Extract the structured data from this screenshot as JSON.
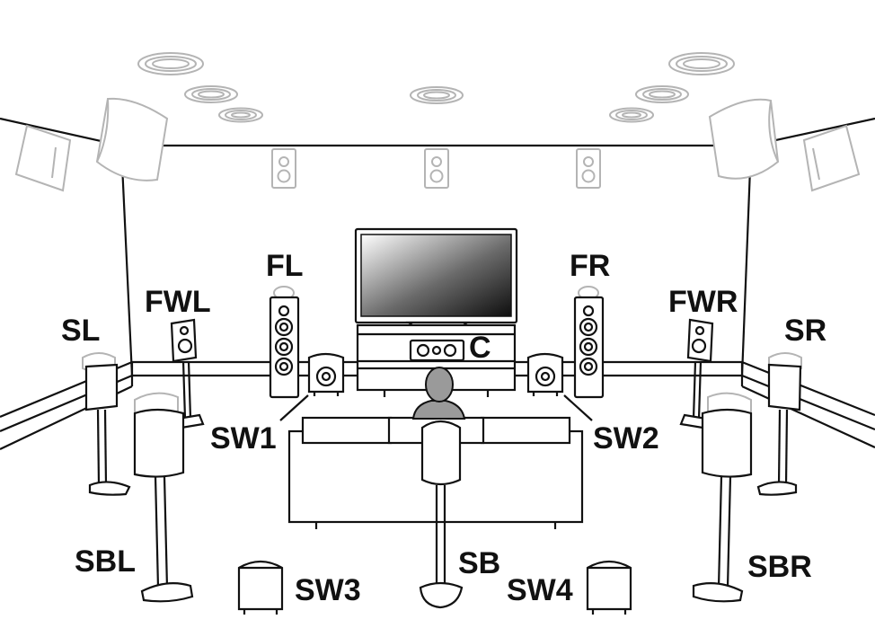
{
  "colors": {
    "ink": "#111111",
    "ghost": "#b4b4b4",
    "person": "#9a9a9a",
    "background": "#ffffff"
  },
  "labels": {
    "fl": "FL",
    "fr": "FR",
    "c": "C",
    "fwl": "FWL",
    "fwr": "FWR",
    "sl": "SL",
    "sr": "SR",
    "sw1": "SW1",
    "sw2": "SW2",
    "sw3": "SW3",
    "sw4": "SW4",
    "sbl": "SBL",
    "sbr": "SBR",
    "sb": "SB"
  }
}
